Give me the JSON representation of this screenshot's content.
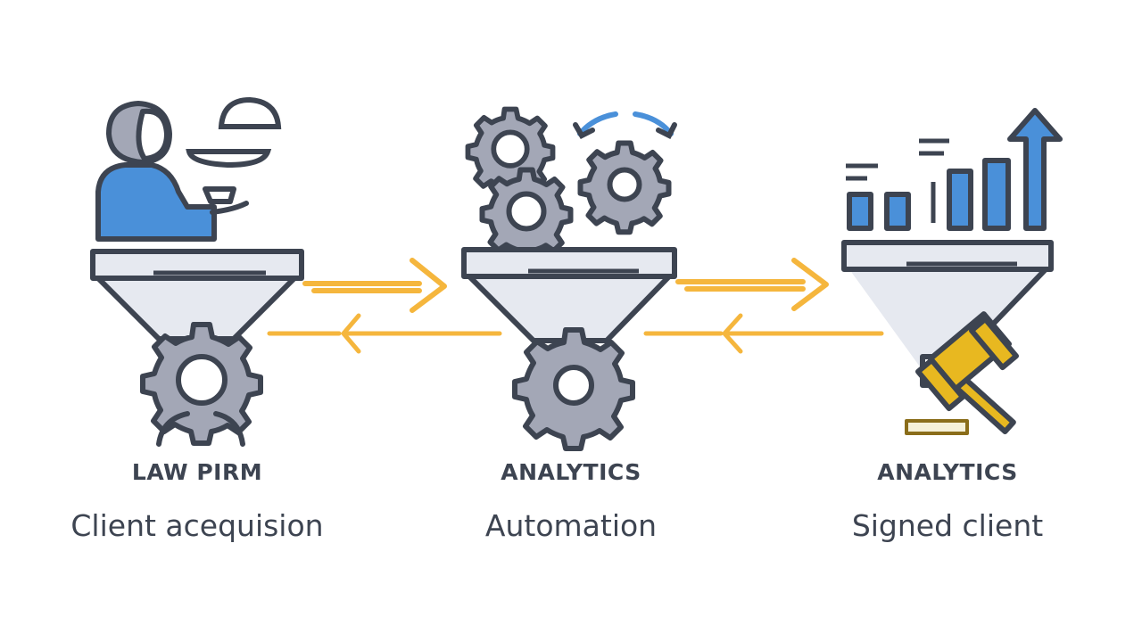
{
  "stages": [
    {
      "heading": "LAW PIRM",
      "caption": "Client acequision",
      "icon": "person-icon"
    },
    {
      "heading": "ANALYTICS",
      "caption": "Automation",
      "icon": "gears-icon"
    },
    {
      "heading": "ANALYTICS",
      "caption": "Signed client",
      "icon": "bar-chart-icon"
    }
  ],
  "colors": {
    "outline": "#3d4451",
    "funnel_fill": "#e6e9f0",
    "gear_fill": "#a3a7b6",
    "accent_blue": "#4a90d9",
    "arrow_orange": "#f5b63d",
    "gavel_gold": "#e8b820"
  }
}
